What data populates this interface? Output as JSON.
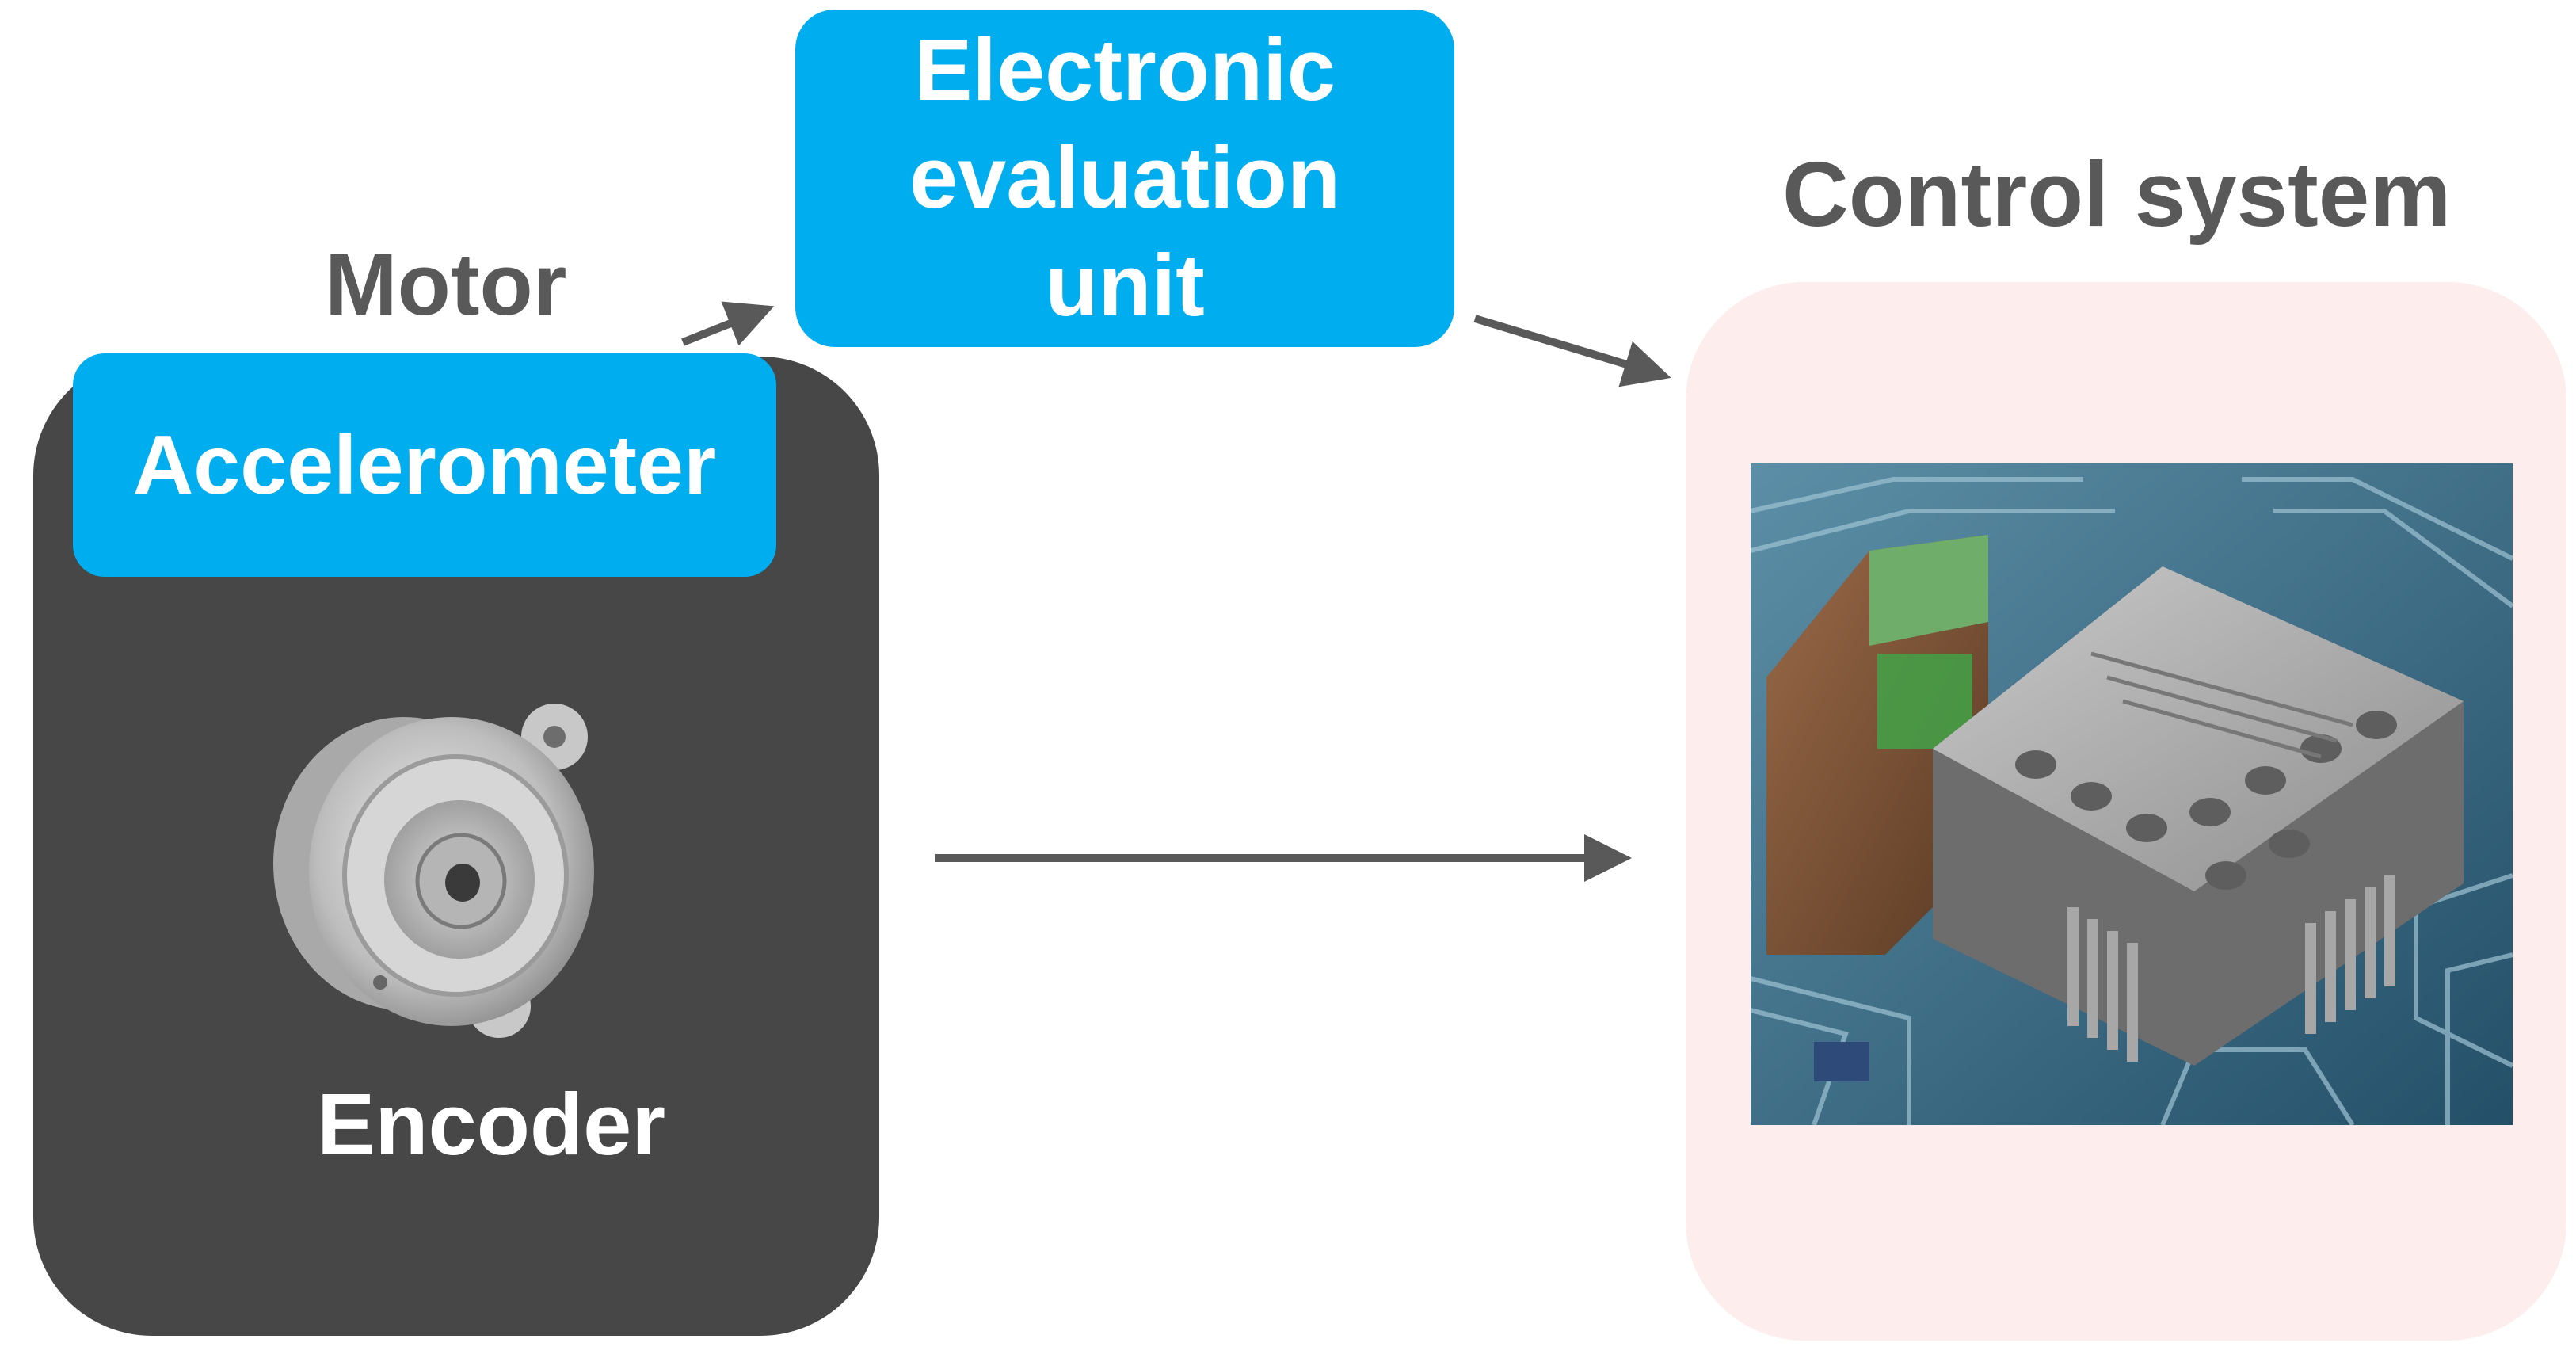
{
  "labels": {
    "motor": "Motor",
    "control_system": "Control system",
    "accelerometer": "Accelerometer",
    "evaluation_unit": "Electronic\nevaluation\nunit",
    "encoder": "Encoder"
  },
  "colors": {
    "accent_blue": "#00aeef",
    "motor_box": "#474747",
    "control_box": "#fdeeed",
    "label_gray": "#595959",
    "arrow": "#595959"
  },
  "icons": {
    "encoder": "rotary-encoder-icon",
    "controller": "controller-chip-image"
  }
}
